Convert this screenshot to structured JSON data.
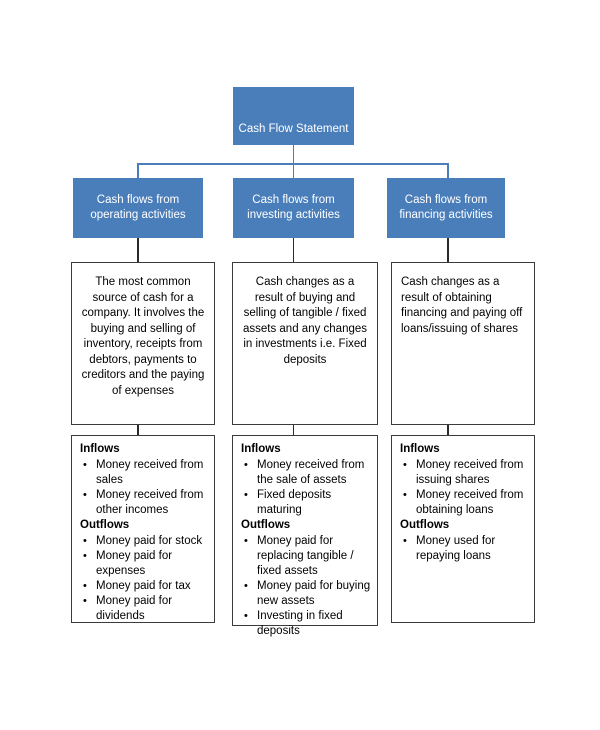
{
  "diagram": {
    "title": "Cash Flow Statement",
    "accent_color": "#4a7ebb",
    "line_color": "#2a2a2a",
    "branches": [
      {
        "heading": "Cash flows from operating activities",
        "description": "The most common source of cash for a company. It involves the buying and selling of inventory, receipts from debtors, payments to creditors and the paying of expenses",
        "description_align": "center",
        "inflows_label": "Inflows",
        "inflows": [
          "Money received from sales",
          "Money received from other incomes"
        ],
        "outflows_label": "Outflows",
        "outflows": [
          "Money paid for stock",
          "Money paid for expenses",
          "Money paid for tax",
          "Money paid for dividends"
        ]
      },
      {
        "heading": "Cash flows from investing activities",
        "description": "Cash changes as a result of buying and selling of tangible / fixed assets and any changes in investments i.e. Fixed deposits",
        "description_align": "center",
        "inflows_label": "Inflows",
        "inflows": [
          "Money received from the sale of assets",
          "Fixed deposits maturing"
        ],
        "outflows_label": "Outflows",
        "outflows": [
          "Money paid for replacing tangible / fixed assets",
          "Money paid for buying new assets",
          "Investing in fixed deposits"
        ]
      },
      {
        "heading": "Cash flows from financing activities",
        "description": "Cash changes as a result of obtaining financing and paying off loans/issuing of shares",
        "description_align": "left",
        "inflows_label": "Inflows",
        "inflows": [
          "Money received from issuing shares",
          "Money received from obtaining loans"
        ],
        "outflows_label": "Outflows",
        "outflows": [
          "Money used for repaying loans"
        ]
      }
    ]
  }
}
